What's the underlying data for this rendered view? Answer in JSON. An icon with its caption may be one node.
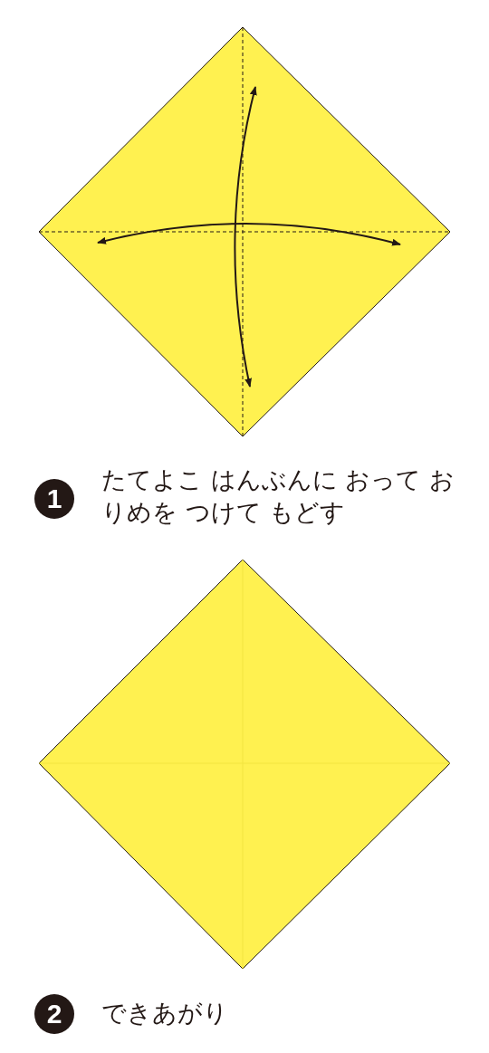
{
  "diagram": {
    "labels": [
      "1",
      "たてよこ はんぶんに おって おりめを つけて もどす",
      "2",
      "できあがり"
    ]
  }
}
